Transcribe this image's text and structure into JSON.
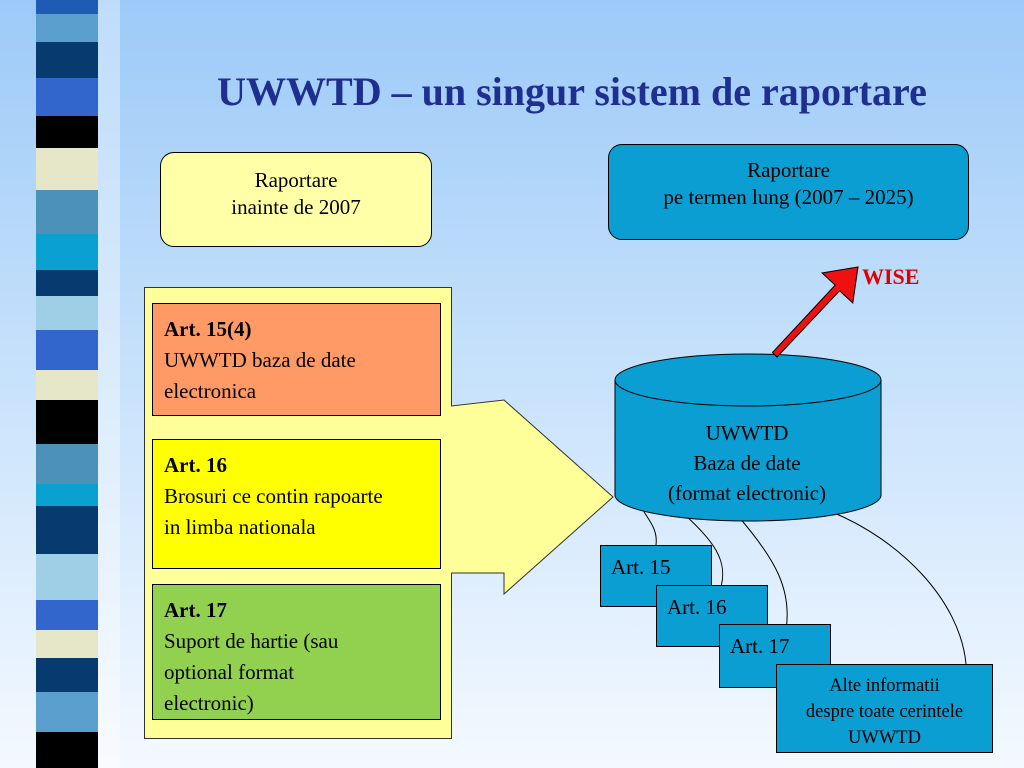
{
  "slide": {
    "title": "UWWTD – un singur sistem de raportare"
  },
  "boxes": {
    "before_line1": "Raportare",
    "before_line2": "inainte de 2007",
    "long_line1": "Raportare",
    "long_line2": "pe termen lung (2007 – 2025)"
  },
  "wise_label": "WISE",
  "articles": [
    {
      "heading": "Art. 15(4)",
      "line1": "UWWTD baza de date",
      "line2": "electronica",
      "line3": ""
    },
    {
      "heading": "Art. 16",
      "line1": "Brosuri ce contin rapoarte",
      "line2": "in limba nationala",
      "line3": ""
    },
    {
      "heading": "Art. 17",
      "line1": "Suport de hartie (sau",
      "line2": "optional format",
      "line3": "electronic)"
    }
  ],
  "database": {
    "line1": "UWWTD",
    "line2": "Baza de date",
    "line3": "(format electronic)"
  },
  "stack": {
    "art15": "Art. 15",
    "art16": "Art. 16",
    "art17": "Art. 17",
    "other_line1": "Alte informatii",
    "other_line2": "despre toate cerintele",
    "other_line3": "UWWTD"
  },
  "colors": {
    "title": "#1f2f8f",
    "wise": "#e00000",
    "art15_fill": "#ff9966",
    "art16_fill": "#ffff00",
    "art17_fill": "#92d050",
    "db_fill": "#0a9ed3",
    "arrow_fill": "#ffff99"
  }
}
